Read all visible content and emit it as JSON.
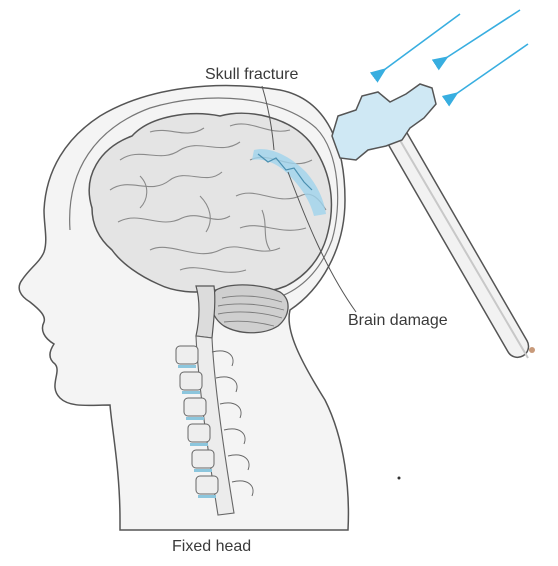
{
  "labels": {
    "skull_fracture": "Skull fracture",
    "brain_damage": "Brain damage",
    "fixed_head": "Fixed head"
  },
  "colors": {
    "outline": "#555555",
    "brain_fill": "#e4e4e4",
    "skin_fill": "#f4f4f4",
    "injury_blue": "#9fd3ec",
    "force_arrow": "#38aee0",
    "hammer_head": "#cfe8f4",
    "handle_fill": "#f2f2f2",
    "vertebra_blue": "#8cc6dd"
  },
  "icons": {
    "force": "arrow-icon",
    "hammer": "hammer-icon"
  }
}
